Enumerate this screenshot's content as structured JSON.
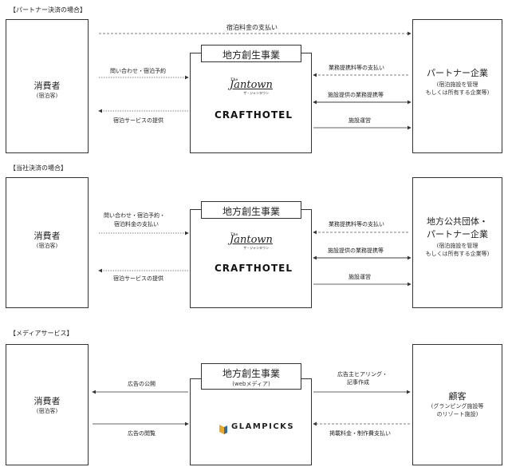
{
  "sections": [
    {
      "label": "【パートナー決済の場合】",
      "consumer": {
        "title": "消費者",
        "sub": "(宿泊客)"
      },
      "center": {
        "title": "地方創生事業",
        "logos": [
          "jantown",
          "crafthotel"
        ]
      },
      "right": {
        "title": "パートナー企業",
        "sub1": "(宿泊施設を管理",
        "sub2": "もしくは所有する企業等)"
      },
      "arrows": {
        "top": "宿泊料金の支払い",
        "left_in": "問い合わせ・宿泊予約",
        "left_out": "宿泊サービスの提供",
        "right_1": "業務提携料等の支払い",
        "right_2": "施設提供の業務提携等",
        "right_3": "施設運営"
      }
    },
    {
      "label": "【当社決済の場合】",
      "consumer": {
        "title": "消費者",
        "sub": "(宿泊客)"
      },
      "center": {
        "title": "地方創生事業",
        "logos": [
          "jantown",
          "crafthotel"
        ]
      },
      "right": {
        "title1": "地方公共団体・",
        "title2": "パートナー企業",
        "sub1": "(宿泊施設を管理",
        "sub2": "もしくは所有する企業等)"
      },
      "arrows": {
        "left_in_1": "問い合わせ・宿泊予約・",
        "left_in_2": "宿泊料金の支払い",
        "left_out": "宿泊サービスの提供",
        "right_1": "業務提携料等の支払い",
        "right_2": "施設提供の業務提携等",
        "right_3": "施設運営"
      }
    },
    {
      "label": "【メディアサービス】",
      "consumer": {
        "title": "消費者",
        "sub": "(宿泊客)"
      },
      "center": {
        "title": "地方創生事業",
        "sub": "(webメディア)",
        "logos": [
          "glampicks"
        ]
      },
      "right": {
        "title": "顧客",
        "sub1": "(グランピング施設等",
        "sub2": "のリゾート施設)"
      },
      "arrows": {
        "left_out": "広告の公開",
        "left_in": "広告の閲覧",
        "right_out_1": "広告主ヒアリング・",
        "right_out_2": "記事作成",
        "right_in": "掲載料金・制作費支払い"
      }
    }
  ],
  "logos": {
    "jantown": {
      "the": "The",
      "name": "Jantown",
      "kana": "ザ・ジャンタウン"
    },
    "crafthotel": "CRAFTHOTEL",
    "glampicks": "GLAMPICKS"
  },
  "colors": {
    "glampicks_icon": "#e9a825",
    "glampicks_icon_dark": "#2b6cb0"
  }
}
